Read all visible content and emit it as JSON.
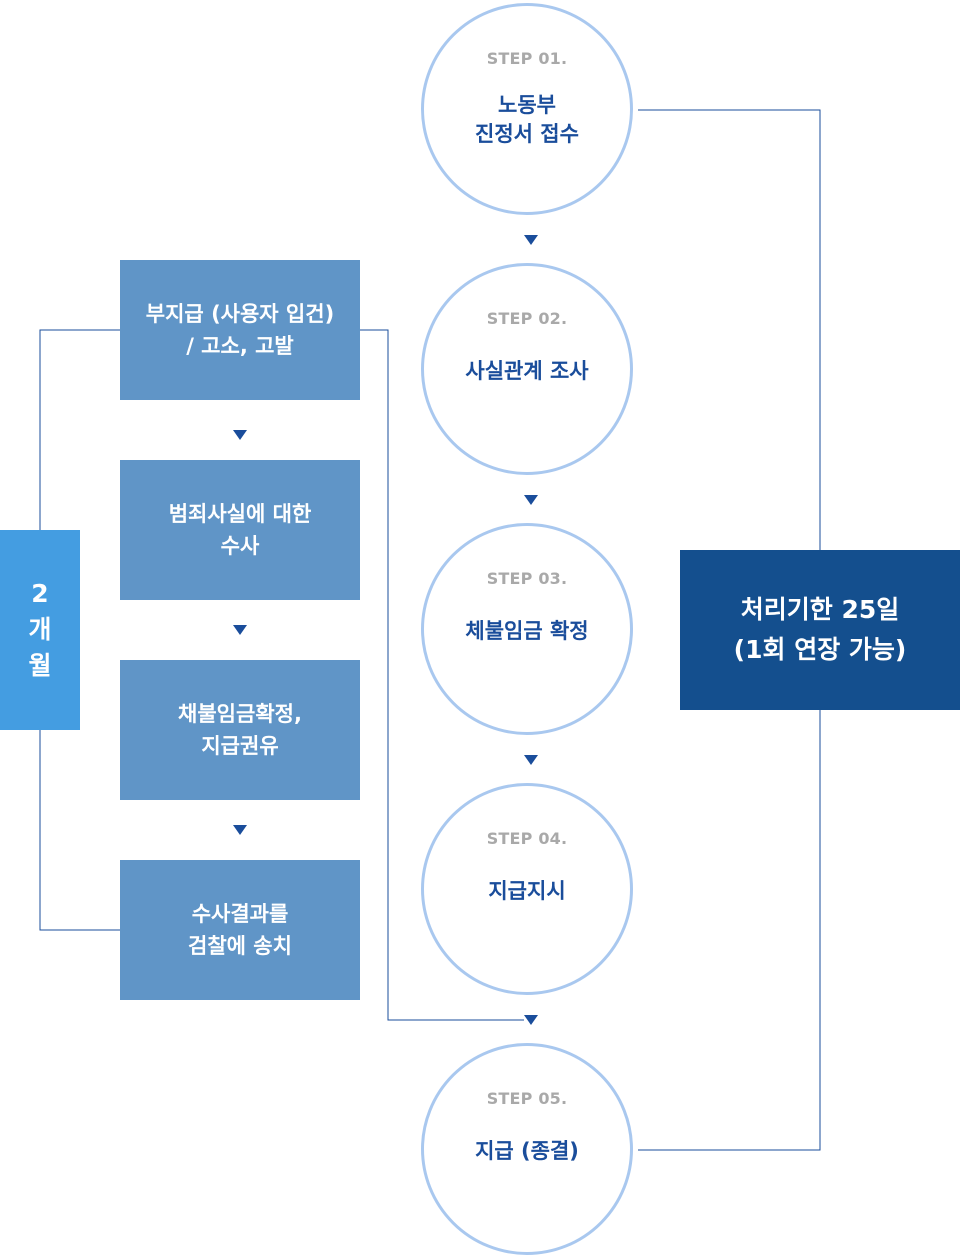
{
  "steps": [
    {
      "label": "STEP 01.",
      "title": "노동부\n진정서 접수"
    },
    {
      "label": "STEP 02.",
      "title": "사실관계 조사"
    },
    {
      "label": "STEP 03.",
      "title": "체불임금 확정"
    },
    {
      "label": "STEP 04.",
      "title": "지급지시"
    },
    {
      "label": "STEP 05.",
      "title": "지급 (종결)"
    }
  ],
  "left_boxes": [
    "부지급 (사용자 입건)\n/ 고소, 고발",
    "범죄사실에 대한\n수사",
    "채불임금확정,\n지급권유",
    "수사결과를\n검찰에 송치"
  ],
  "period_label": {
    "number": "2",
    "line1": "개",
    "line2": "월"
  },
  "deadline": "처리기한 25일\n(1회 연장 가능)",
  "colors": {
    "circle_border": "#a9c8ef",
    "step_title": "#1a4d9b",
    "step_label": "#a9a9a9",
    "left_box": "#6095c7",
    "period_box": "#449de1",
    "deadline_box": "#144f8e",
    "connector": "#1a4d9b"
  }
}
